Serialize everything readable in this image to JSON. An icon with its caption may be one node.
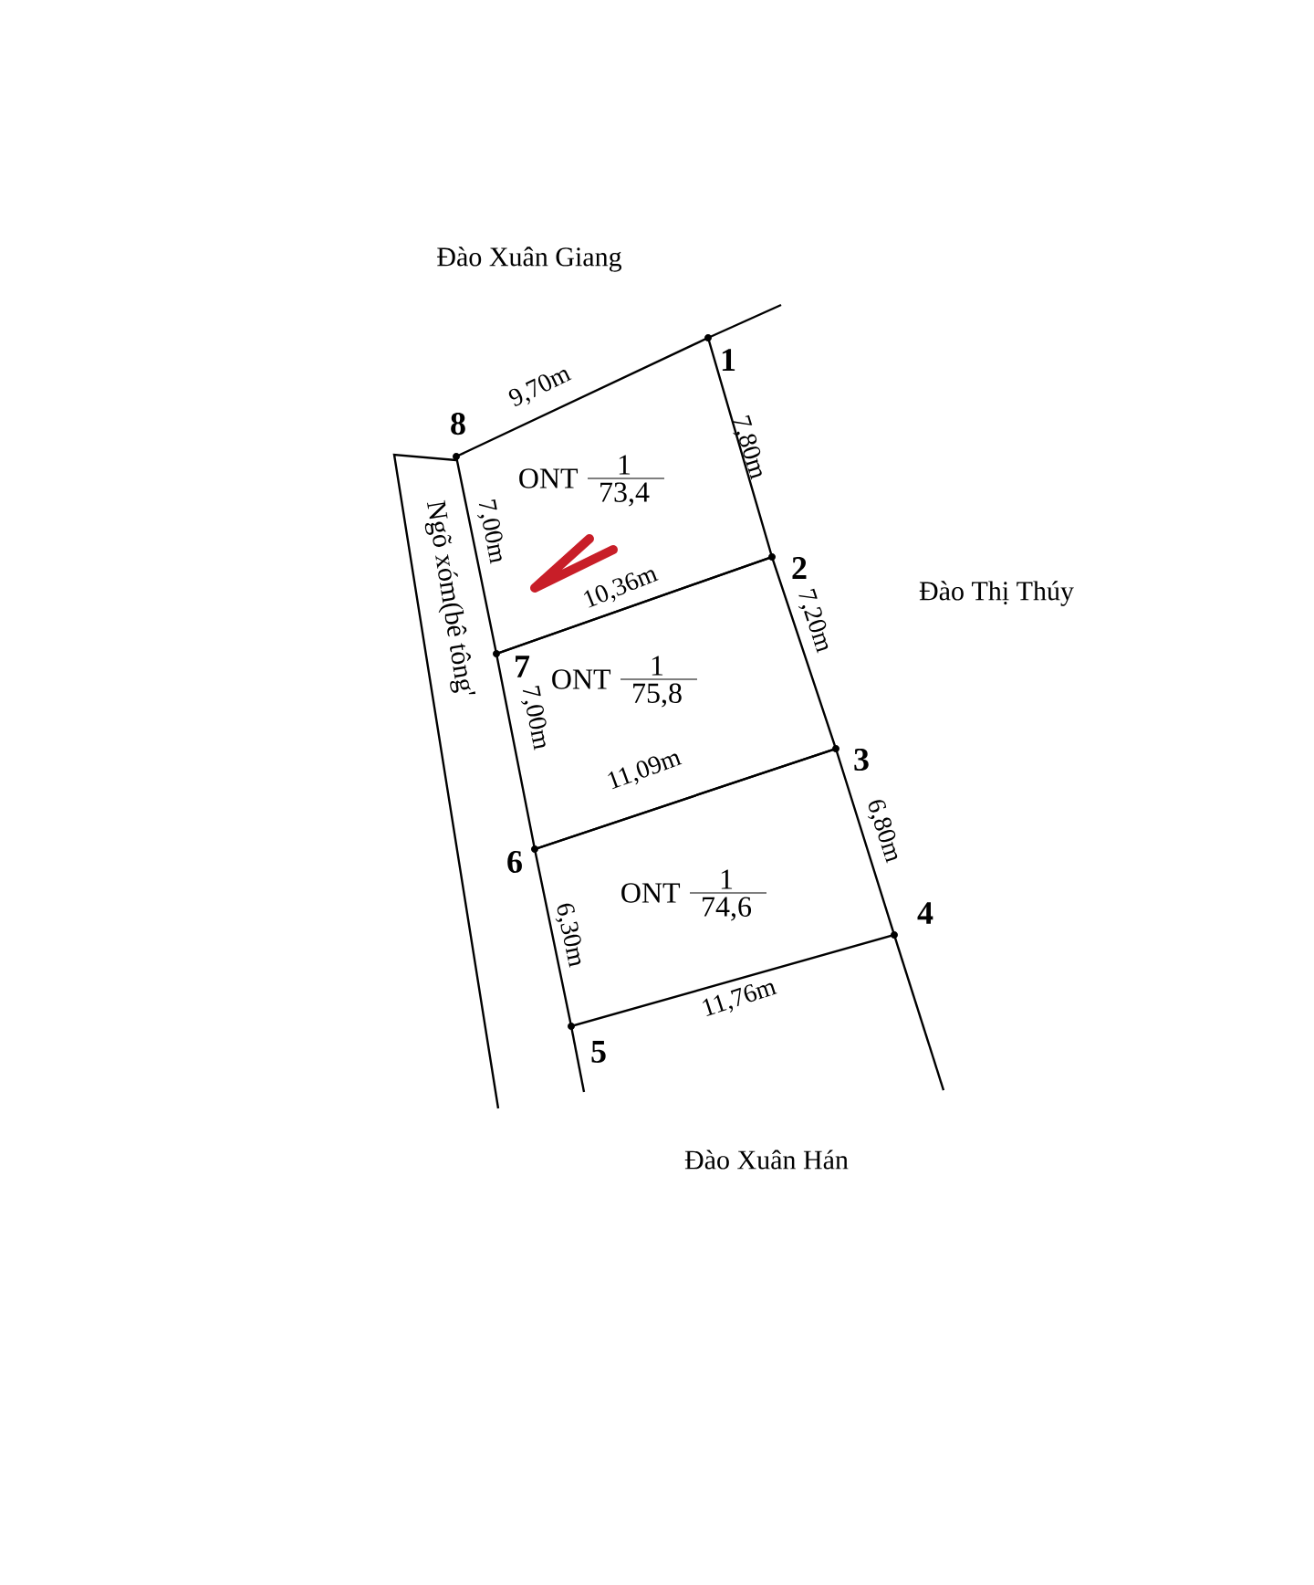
{
  "diagram": {
    "nodes": [
      {
        "text": [
          "ONT",
          "1",
          "73,4"
        ]
      },
      {
        "text": [
          "ONT",
          "1",
          "75,8"
        ]
      },
      {
        "text": [
          "ONT",
          "1",
          "74,6"
        ]
      },
      {
        "text": [
          "Ngõ xóm(bê tông'"
        ]
      }
    ],
    "labels": [
      "Đào Xuân Giang",
      "1",
      "9,70m",
      "8",
      "7,80m",
      "7,00m",
      "2",
      "10,36m",
      "Đào Thị Thúy",
      "7",
      "7,20m",
      "7,00m",
      "3",
      "11,09m",
      "6",
      "6,80m",
      "4",
      "6,30m",
      "11,76m",
      "5",
      "Đào Xuân Hán"
    ]
  }
}
